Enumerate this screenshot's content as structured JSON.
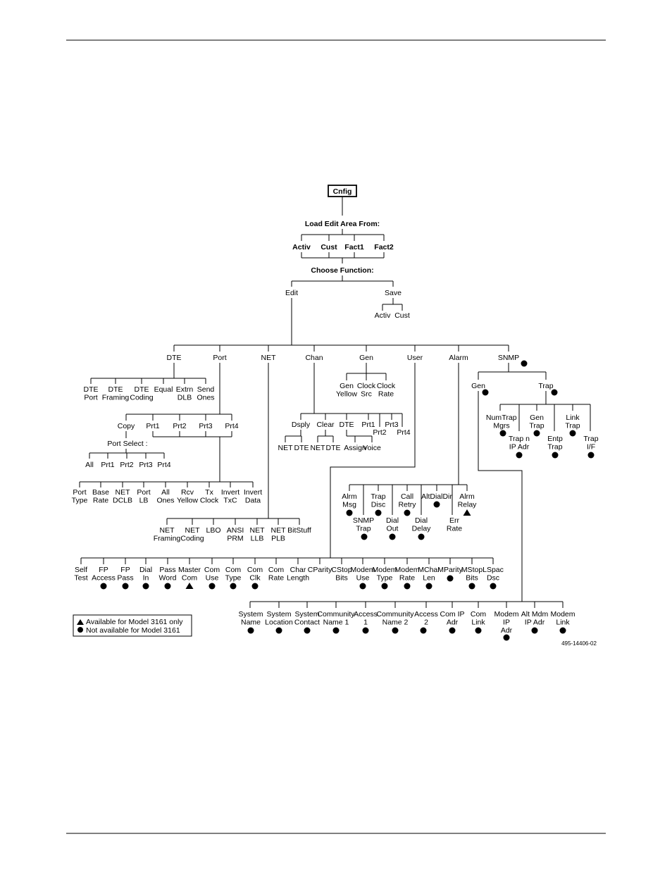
{
  "figure_id": "495-14406-02",
  "root": "Cnfig",
  "load_prompt": "Load Edit Area From:",
  "load_options": [
    "Activ",
    "Cust",
    "Fact1",
    "Fact2"
  ],
  "choose_prompt": "Choose Function:",
  "functions": [
    "Edit",
    "Save"
  ],
  "save_options": [
    "Activ",
    "Cust"
  ],
  "edit_groups": [
    "DTE",
    "Port",
    "NET",
    "Chan",
    "Gen",
    "User",
    "Alarm",
    "SNMP"
  ],
  "dte_items": [
    [
      "DTE",
      "Port"
    ],
    [
      "DTE",
      "Framing"
    ],
    [
      "DTE",
      "Coding"
    ],
    [
      "Equal"
    ],
    [
      "Extrn",
      "DLB"
    ],
    [
      "Send",
      "Ones"
    ]
  ],
  "port_top": [
    "Copy",
    "Prt1",
    "Prt2",
    "Prt3",
    "Prt4"
  ],
  "port_select_label": "Port Select :",
  "port_select": [
    "All",
    "Prt1",
    "Prt2",
    "Prt3",
    "Prt4"
  ],
  "port_items": [
    [
      "Port",
      "Type"
    ],
    [
      "Base",
      "Rate"
    ],
    [
      "NET",
      "DCLB"
    ],
    [
      "Port",
      "LB"
    ],
    [
      "All",
      "Ones"
    ],
    [
      "Rcv",
      "Yellow"
    ],
    [
      "Tx",
      "Clock"
    ],
    [
      "Invert",
      "TxC"
    ],
    [
      "Invert",
      "Data"
    ]
  ],
  "net_items": [
    [
      "NET",
      "Framing"
    ],
    [
      "NET",
      "Coding"
    ],
    [
      "LBO"
    ],
    [
      "ANSI",
      "PRM"
    ],
    [
      "NET",
      "LLB"
    ],
    [
      "NET",
      "PLB"
    ],
    [
      "BitStuff"
    ]
  ],
  "chan_items": [
    "Dsply",
    "Clear",
    "DTE",
    "Prt1",
    "Prt2",
    "Prt3",
    "Prt4"
  ],
  "chan_sub": [
    "NET",
    "DTE",
    "NET",
    "DTE",
    "Assign",
    "Voice"
  ],
  "gen_items": [
    [
      "Gen",
      "Yellow"
    ],
    [
      "Clock",
      "Src"
    ],
    [
      "Clock",
      "Rate"
    ]
  ],
  "user_items": [
    [
      "Self",
      "Test"
    ],
    [
      "FP",
      "Access"
    ],
    [
      "FP",
      "Pass"
    ],
    [
      "Dial",
      "In"
    ],
    [
      "Pass",
      "Word"
    ],
    [
      "Master",
      "Com"
    ],
    [
      "Com",
      "Use"
    ],
    [
      "Com",
      "Type"
    ],
    [
      "Com",
      "Clk"
    ],
    [
      "Com",
      "Rate"
    ],
    [
      "Char",
      "Length"
    ],
    [
      "CParity"
    ],
    [
      "CStop",
      "Bits"
    ],
    [
      "Modem",
      "Use"
    ],
    [
      "Modem",
      "Type"
    ],
    [
      "Modem",
      "Rate"
    ],
    [
      "MChar",
      "Len"
    ],
    [
      "MParity"
    ],
    [
      "MStop",
      "Bits"
    ],
    [
      "LSpac",
      "Dsc"
    ]
  ],
  "alarm_items_top": [
    [
      "Alrm",
      "Msg"
    ],
    [
      "Trap",
      "Disc"
    ],
    [
      "Call",
      "Retry"
    ],
    [
      "AltDialDir"
    ],
    [
      "Alrm",
      "Relay"
    ]
  ],
  "alarm_items_bottom": [
    [
      "SNMP",
      "Trap"
    ],
    [
      "Dial",
      "Out"
    ],
    [
      "Dial",
      "Delay"
    ],
    [
      "Err",
      "Rate"
    ]
  ],
  "snmp_sub": [
    "Gen",
    "Trap"
  ],
  "snmp_trap_items": [
    [
      "Num",
      "Mgrs"
    ],
    [
      "Trap"
    ],
    [
      "Trap n",
      "IP Adr"
    ],
    [
      "Gen",
      "Trap"
    ],
    [
      "Entp",
      "Trap"
    ],
    [
      "Link",
      "Trap"
    ],
    [
      "Trap",
      "I/F"
    ]
  ],
  "snmp_gen_items": [
    [
      "System",
      "Name"
    ],
    [
      "System",
      "Location"
    ],
    [
      "System",
      "Contact"
    ],
    [
      "Community",
      "Name 1"
    ],
    [
      "Access",
      "1"
    ],
    [
      "Community",
      "Name 2"
    ],
    [
      "Access",
      "2"
    ],
    [
      "Com IP",
      "Adr"
    ],
    [
      "Com",
      "Link"
    ],
    [
      "Modem",
      "IP",
      "Adr"
    ],
    [
      "Alt Mdm",
      "IP Adr"
    ],
    [
      "Modem",
      "Link"
    ]
  ],
  "legend": [
    "Available for Model 3161 only",
    "Not available for Model 3161"
  ]
}
